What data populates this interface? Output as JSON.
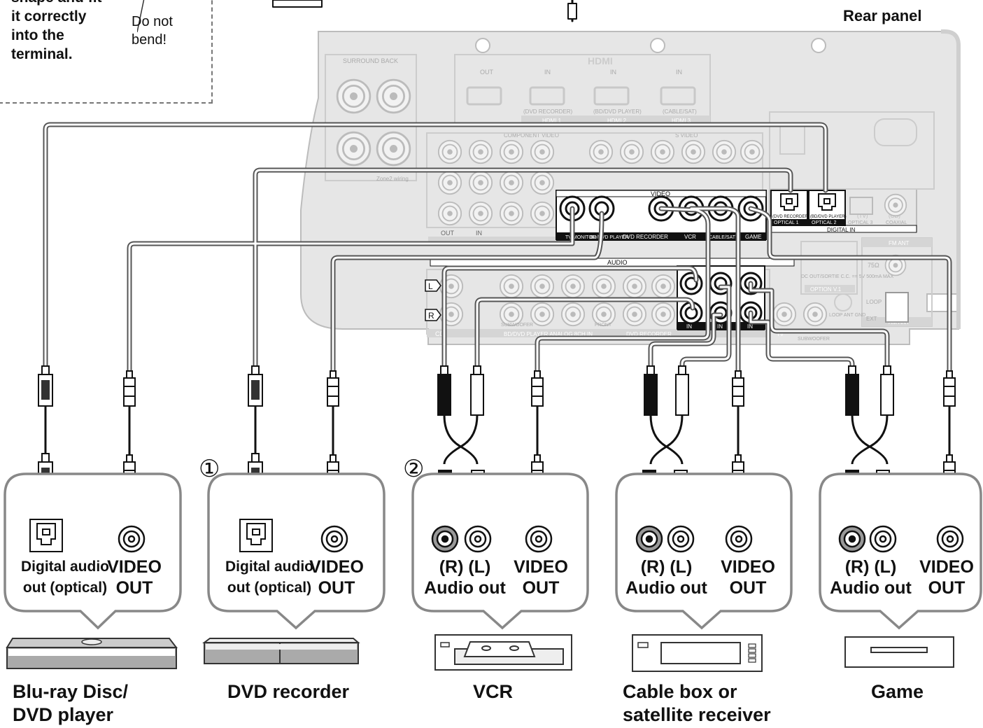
{
  "note": {
    "text": "Note the\nshape and fit\nit correctly\ninto the\nterminal.",
    "bend": "Do not\nbend!"
  },
  "rear_panel_label": "Rear panel",
  "panel": {
    "hdmi_logo": "HDMI",
    "surround_back": "SURROUND BACK",
    "hdmi_out": "OUT",
    "hdmi_in": "IN",
    "hdmi_sources": [
      "(DVD RECORDER)",
      "(BD/DVD PLAYER)",
      "(CABLE/SAT)"
    ],
    "hdmi_names": [
      "HDMI 1",
      "HDMI 2",
      "HDMI 3"
    ],
    "component_video": "COMPONENT VIDEO",
    "s_video": "S VIDEO",
    "video": "VIDEO",
    "audio": "AUDIO",
    "digital_in": "DIGITAL IN",
    "optical_sources": [
      "(DVD RECORDER)",
      "(BD/DVD PLAYER)",
      "(TV)",
      "(CD)"
    ],
    "optical_names": [
      "OPTICAL 1",
      "OPTICAL 2",
      "OPTICAL 3",
      "COAXIAL"
    ],
    "video_row_in": [
      "OUT",
      "IN",
      "OUT",
      "IN",
      "IN",
      "IN",
      "IN"
    ],
    "video_row_names": [
      "TV MONITOR",
      "BD/DVD PLAYER",
      "DVD RECORDER",
      "VCR",
      "CABLE/SAT",
      "GAME"
    ],
    "option": "OPTION V.1",
    "dc_out": "DC OUT/SORTIE C.C.\n== 5V 500mA MAX",
    "fm_ant": "FM ANT",
    "ohm": "75Ω",
    "am_ant": "AM ANT",
    "loop_ant": "LOOP ANT\nGND",
    "loop": "LOOP",
    "ext": "EXT",
    "cd": "CD",
    "analog_in": "BD/DVD PLAYER ANALOG 8CH IN",
    "dvd_rec": "DVD RECORDER",
    "tv": "TV",
    "subwoofer": "SUBWOOFER",
    "front": "FRONT",
    "zone2": "Zone2 wiring",
    "L": "L",
    "R": "R"
  },
  "devices": [
    {
      "jack_labels": [
        "Digital audio\nout (optical)",
        "VIDEO\nOUT"
      ],
      "name": "Blu-ray Disc/\nDVD player",
      "icon": "bluray-player-icon"
    },
    {
      "jack_labels": [
        "Digital audio\nout (optical)",
        "VIDEO\nOUT"
      ],
      "name": "DVD recorder",
      "icon": "dvd-recorder-icon",
      "marker": "①"
    },
    {
      "jack_labels": [
        "(R)  (L)\nAudio out",
        "VIDEO\nOUT"
      ],
      "name": "VCR",
      "icon": "vcr-icon",
      "marker": "②"
    },
    {
      "jack_labels": [
        "(R)  (L)\nAudio out",
        "VIDEO\nOUT"
      ],
      "name": "Cable box or\nsatellite receiver",
      "icon": "cable-box-icon"
    },
    {
      "jack_labels": [
        "(R)  (L)\nAudio out",
        "VIDEO\nOUT"
      ],
      "name": "Game",
      "icon": "game-console-icon"
    }
  ]
}
